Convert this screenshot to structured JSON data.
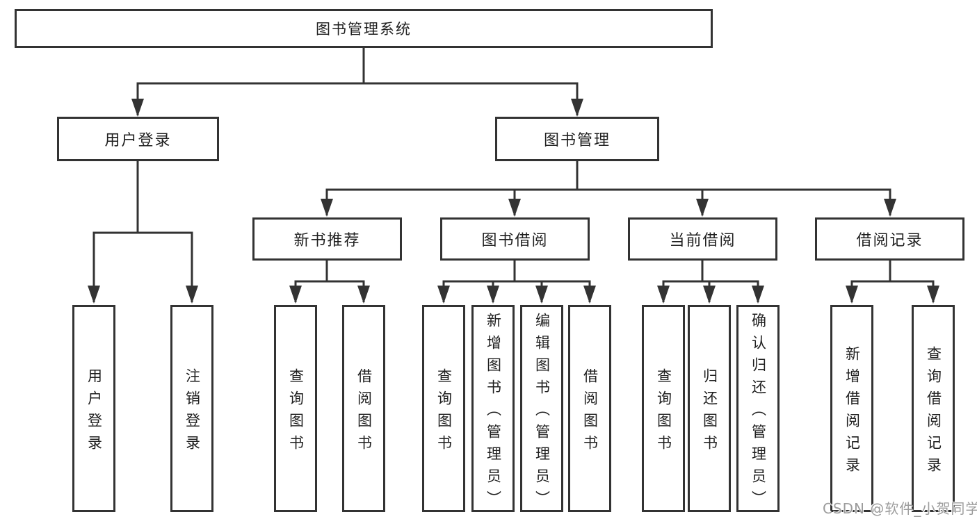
{
  "tree": {
    "label": "图书管理系统",
    "children": [
      {
        "label": "用户登录",
        "children": [
          {
            "label": "用户登录"
          },
          {
            "label": "注销登录"
          }
        ]
      },
      {
        "label": "图书管理",
        "children": [
          {
            "label": "新书推荐",
            "children": [
              {
                "label": "查询图书"
              },
              {
                "label": "借阅图书"
              }
            ]
          },
          {
            "label": "图书借阅",
            "children": [
              {
                "label": "查询图书"
              },
              {
                "label": "新增图书（管理员）"
              },
              {
                "label": "编辑图书（管理员）"
              },
              {
                "label": "借阅图书"
              }
            ]
          },
          {
            "label": "当前借阅",
            "children": [
              {
                "label": "查询图书"
              },
              {
                "label": "归还图书"
              },
              {
                "label": "确认归还（管理员）"
              }
            ]
          },
          {
            "label": "借阅记录",
            "children": [
              {
                "label": "新增借阅记录"
              },
              {
                "label": "查询借阅记录"
              }
            ]
          }
        ]
      }
    ]
  },
  "watermark": {
    "text": "CSDN @软件_小贺同学"
  },
  "colors": {
    "line": "#333333",
    "box_border": "#333333",
    "text": "#1f1f1f",
    "watermark_text": "#9c9c9c",
    "background": "#ffffff"
  }
}
